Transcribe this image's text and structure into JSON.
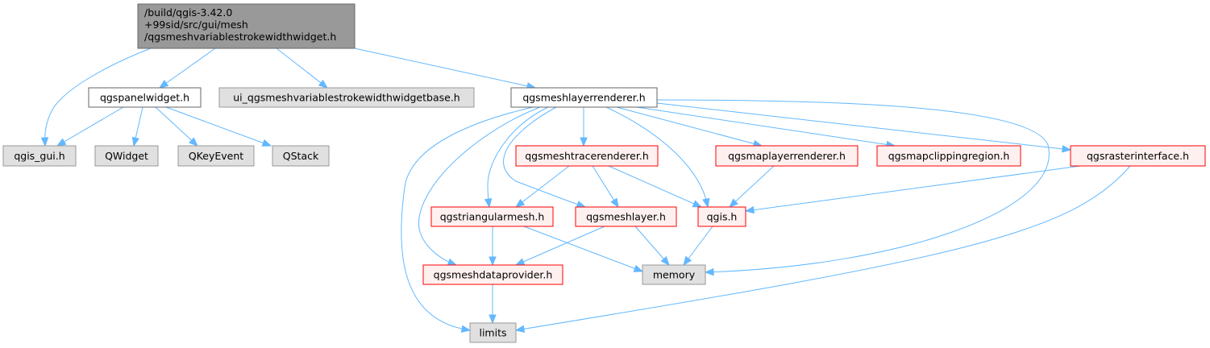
{
  "colors": {
    "edge": "#63b8ff",
    "root_fill": "#999999",
    "root_stroke": "#666666",
    "gray_fill": "#e0e0e0",
    "gray_stroke": "#999999",
    "white_fill": "#ffffff",
    "white_stroke": "#666666",
    "red_fill": "#fff0f0",
    "red_stroke": "#ff0000"
  },
  "nodes": [
    {
      "id": "root",
      "style": "root",
      "lines": [
        "/build/qgis-3.42.0",
        "+99sid/src/gui/mesh",
        "/qgsmeshvariablestrokewidthwidget.h"
      ]
    },
    {
      "id": "qgspanelwidget",
      "style": "white",
      "lines": [
        "qgspanelwidget.h"
      ]
    },
    {
      "id": "ui_base",
      "style": "gray",
      "lines": [
        "ui_qgsmeshvariablestrokewidthwidgetbase.h"
      ]
    },
    {
      "id": "qgsmeshlayerrenderer",
      "style": "white",
      "lines": [
        "qgsmeshlayerrenderer.h"
      ]
    },
    {
      "id": "qgis_gui",
      "style": "gray",
      "lines": [
        "qgis_gui.h"
      ]
    },
    {
      "id": "qwidget",
      "style": "gray",
      "lines": [
        "QWidget"
      ]
    },
    {
      "id": "qkeyevent",
      "style": "gray",
      "lines": [
        "QKeyEvent"
      ]
    },
    {
      "id": "qstack",
      "style": "gray",
      "lines": [
        "QStack"
      ]
    },
    {
      "id": "qgsmeshtracerenderer",
      "style": "red",
      "lines": [
        "qgsmeshtracerenderer.h"
      ]
    },
    {
      "id": "qgsmaplayerrenderer",
      "style": "red",
      "lines": [
        "qgsmaplayerrenderer.h"
      ]
    },
    {
      "id": "qgsmapclippingregion",
      "style": "red",
      "lines": [
        "qgsmapclippingregion.h"
      ]
    },
    {
      "id": "qgsrasterinterface",
      "style": "red",
      "lines": [
        "qgsrasterinterface.h"
      ]
    },
    {
      "id": "qgstriangularmesh",
      "style": "red",
      "lines": [
        "qgstriangularmesh.h"
      ]
    },
    {
      "id": "qgsmeshlayer",
      "style": "red",
      "lines": [
        "qgsmeshlayer.h"
      ]
    },
    {
      "id": "qgis",
      "style": "red",
      "lines": [
        "qgis.h"
      ]
    },
    {
      "id": "qgsmeshdataprovider",
      "style": "red",
      "lines": [
        "qgsmeshdataprovider.h"
      ]
    },
    {
      "id": "memory",
      "style": "gray",
      "lines": [
        "memory"
      ]
    },
    {
      "id": "limits",
      "style": "gray",
      "lines": [
        "limits"
      ]
    }
  ],
  "edges": [
    {
      "from": "root",
      "to": "qgis_gui"
    },
    {
      "from": "root",
      "to": "qgspanelwidget"
    },
    {
      "from": "root",
      "to": "ui_base"
    },
    {
      "from": "root",
      "to": "qgsmeshlayerrenderer"
    },
    {
      "from": "qgspanelwidget",
      "to": "qgis_gui"
    },
    {
      "from": "qgspanelwidget",
      "to": "qwidget"
    },
    {
      "from": "qgspanelwidget",
      "to": "qkeyevent"
    },
    {
      "from": "qgspanelwidget",
      "to": "qstack"
    },
    {
      "from": "qgsmeshlayerrenderer",
      "to": "limits"
    },
    {
      "from": "qgsmeshlayerrenderer",
      "to": "qgsmeshdataprovider"
    },
    {
      "from": "qgsmeshlayerrenderer",
      "to": "qgstriangularmesh"
    },
    {
      "from": "qgsmeshlayerrenderer",
      "to": "qgsmeshlayer"
    },
    {
      "from": "qgsmeshlayerrenderer",
      "to": "qgsmeshtracerenderer"
    },
    {
      "from": "qgsmeshlayerrenderer",
      "to": "qgis"
    },
    {
      "from": "qgsmeshlayerrenderer",
      "to": "qgsmaplayerrenderer"
    },
    {
      "from": "qgsmeshlayerrenderer",
      "to": "qgsmapclippingregion"
    },
    {
      "from": "qgsmeshlayerrenderer",
      "to": "qgsrasterinterface"
    },
    {
      "from": "qgsmeshlayerrenderer",
      "to": "memory"
    },
    {
      "from": "qgsmeshtracerenderer",
      "to": "qgstriangularmesh"
    },
    {
      "from": "qgsmeshtracerenderer",
      "to": "qgsmeshlayer"
    },
    {
      "from": "qgsmeshtracerenderer",
      "to": "qgis"
    },
    {
      "from": "qgsmaplayerrenderer",
      "to": "qgis"
    },
    {
      "from": "qgsrasterinterface",
      "to": "qgis"
    },
    {
      "from": "qgsrasterinterface",
      "to": "limits"
    },
    {
      "from": "qgstriangularmesh",
      "to": "qgsmeshdataprovider"
    },
    {
      "from": "qgstriangularmesh",
      "to": "memory"
    },
    {
      "from": "qgsmeshlayer",
      "to": "qgsmeshdataprovider"
    },
    {
      "from": "qgsmeshlayer",
      "to": "memory"
    },
    {
      "from": "qgis",
      "to": "memory"
    },
    {
      "from": "qgsmeshdataprovider",
      "to": "limits"
    }
  ]
}
